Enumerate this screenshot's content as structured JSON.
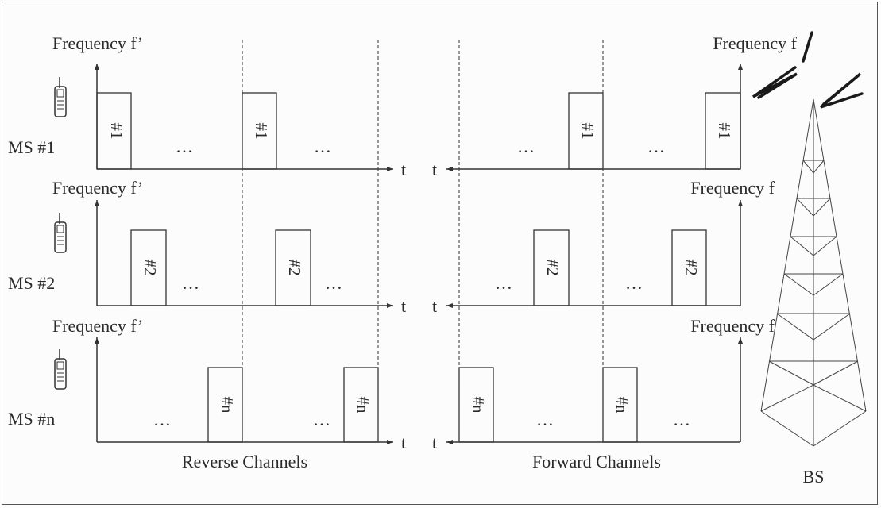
{
  "rows": [
    {
      "ms_label": "MS #1",
      "reverse_freq_label": "Frequency f’",
      "forward_freq_label": "Frequency f",
      "slot_label": "#1"
    },
    {
      "ms_label": "MS #2",
      "reverse_freq_label": "Frequency f’",
      "forward_freq_label": "Frequency f",
      "slot_label": "#2"
    },
    {
      "ms_label": "MS #n",
      "reverse_freq_label": "Frequency f’",
      "forward_freq_label": "Frequency f",
      "slot_label": "#n"
    }
  ],
  "time_axis_label": "t",
  "ellipsis": "…",
  "reverse_caption": "Reverse Channels",
  "forward_caption": "Forward Channels",
  "bs_label": "BS",
  "colors": {
    "line": "#333333",
    "text": "#2a2a2a",
    "border": "#555555"
  }
}
